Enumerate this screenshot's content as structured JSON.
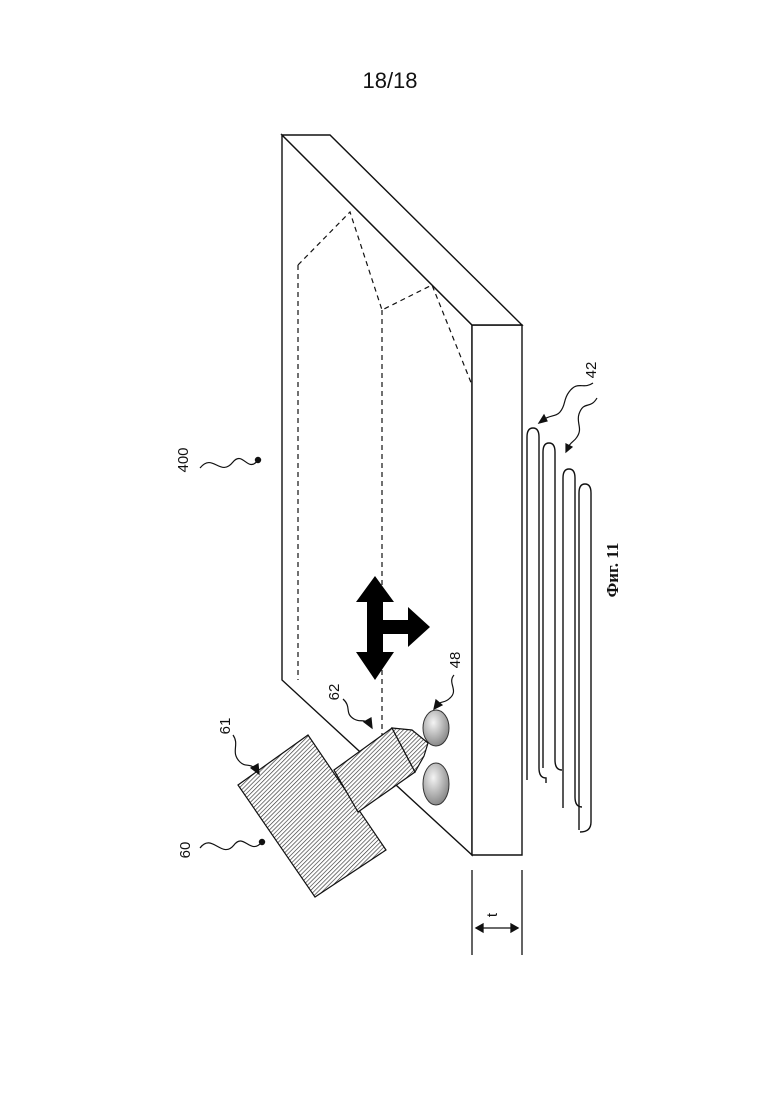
{
  "page": {
    "number": "18/18"
  },
  "figure": {
    "caption": "Фиг. 11",
    "labels": {
      "plate": "400",
      "tool": "60",
      "tool_head": "61",
      "tool_tip": "62",
      "pads": "48",
      "wires": "42",
      "thickness": "t"
    }
  }
}
